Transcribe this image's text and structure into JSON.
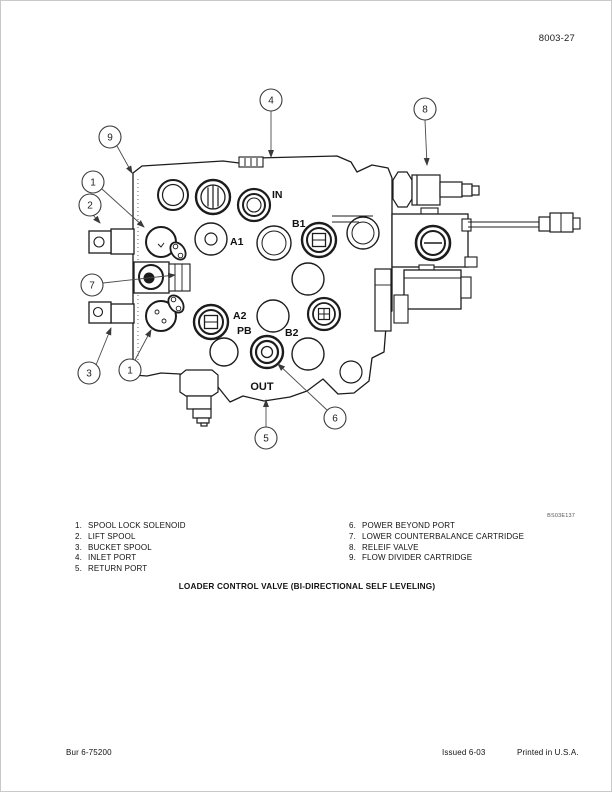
{
  "page": {
    "code": "8003-27",
    "figure_id": "BS03E137",
    "caption": "LOADER CONTROL VALVE (BI-DIRECTIONAL SELF LEVELING)",
    "footer": {
      "left": "Bur 6-75200",
      "issued": "Issued 6-03",
      "printed": "Printed in U.S.A."
    }
  },
  "legend": {
    "items": [
      {
        "number": "1.",
        "label": "SPOOL LOCK SOLENOID"
      },
      {
        "number": "2.",
        "label": "LIFT SPOOL"
      },
      {
        "number": "3.",
        "label": "BUCKET SPOOL"
      },
      {
        "number": "4.",
        "label": "INLET PORT"
      },
      {
        "number": "5.",
        "label": "RETURN PORT"
      },
      {
        "number": "6.",
        "label": "POWER BEYOND PORT"
      },
      {
        "number": "7.",
        "label": "LOWER COUNTERBALANCE CARTRIDGE"
      },
      {
        "number": "8.",
        "label": "RELEIF VALVE"
      },
      {
        "number": "9.",
        "label": "FLOW DIVIDER CARTRIDGE"
      }
    ]
  },
  "diagram": {
    "ports": [
      {
        "label": "IN"
      },
      {
        "label": "B1"
      },
      {
        "label": "A1"
      },
      {
        "label": "A2"
      },
      {
        "label": "PB"
      },
      {
        "label": "B2"
      },
      {
        "label": "OUT"
      }
    ],
    "callouts": [
      {
        "number": "9"
      },
      {
        "number": "4"
      },
      {
        "number": "8"
      },
      {
        "number": "1"
      },
      {
        "number": "2"
      },
      {
        "number": "7"
      },
      {
        "number": "3"
      },
      {
        "number": "1"
      },
      {
        "number": "5"
      },
      {
        "number": "6"
      }
    ]
  }
}
